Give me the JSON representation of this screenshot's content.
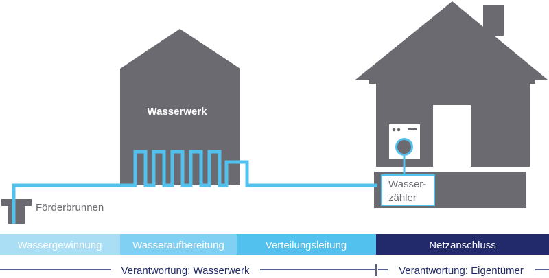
{
  "labels": {
    "waterworks": "Wasserwerk",
    "well": "Förderbrunnen",
    "meter_line1": "Wasser-",
    "meter_line2": "zähler"
  },
  "stages": [
    {
      "label": "Wassergewinnung",
      "color": "#a9def5"
    },
    {
      "label": "Wasseraufbereitung",
      "color": "#7fd0f2"
    },
    {
      "label": "Verteilungsleitung",
      "color": "#52c1ee"
    },
    {
      "label": "Netzanschluss",
      "color": "#222a6b"
    }
  ],
  "responsibility": {
    "left": "Verantwortung: Wasserwerk",
    "right": "Verantwortung: Eigentümer"
  },
  "colors": {
    "building": "#6b6a70",
    "pipe": "#52c1ee",
    "stage_text_light": "#ffffff",
    "resp_line": "#222a6b",
    "resp_text": "#222a6b",
    "label_text": "#6b6a70"
  }
}
